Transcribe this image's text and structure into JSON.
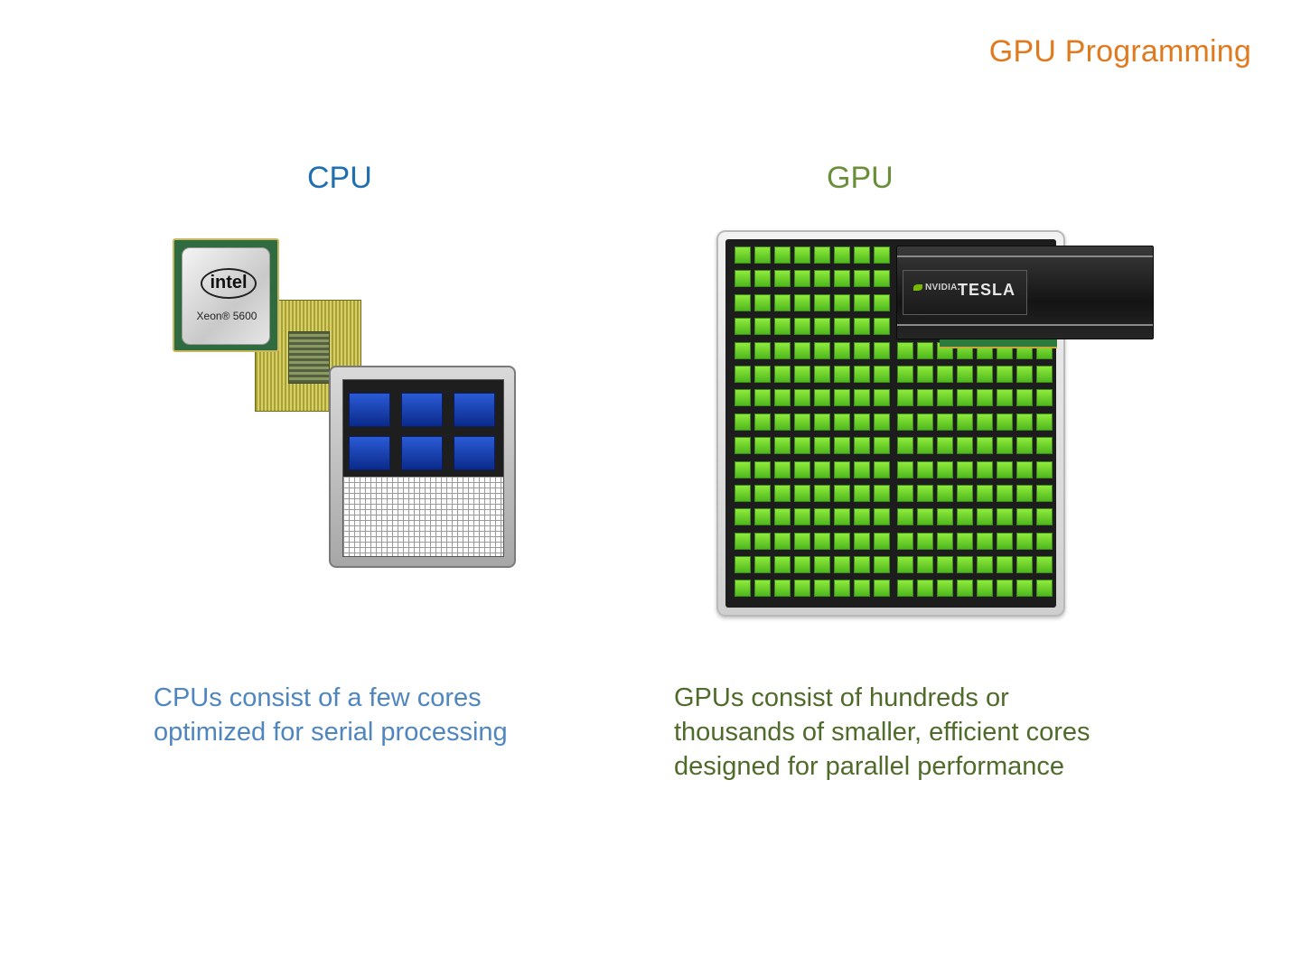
{
  "slide": {
    "title": "GPU Programming"
  },
  "cpu": {
    "heading": "CPU",
    "description_lines": [
      "CPUs consist of a few cores",
      "optimized for serial processing"
    ],
    "chip_brand": "intel",
    "chip_model": "Xeon® 5600"
  },
  "gpu": {
    "heading": "GPU",
    "description_lines": [
      "GPUs consist of hundreds or",
      "thousands of smaller, efficient cores",
      "designed for parallel performance"
    ],
    "card_brand": "NVIDIA.",
    "card_name": "TESLA"
  },
  "colors": {
    "title": "#e07a1f",
    "cpu_heading": "#1f6fb2",
    "gpu_heading": "#6b8e3a",
    "cpu_text": "#4f86c0",
    "gpu_text": "#4f6b2a",
    "cpu_core": "#1a45b8",
    "gpu_core": "#76d42e"
  }
}
